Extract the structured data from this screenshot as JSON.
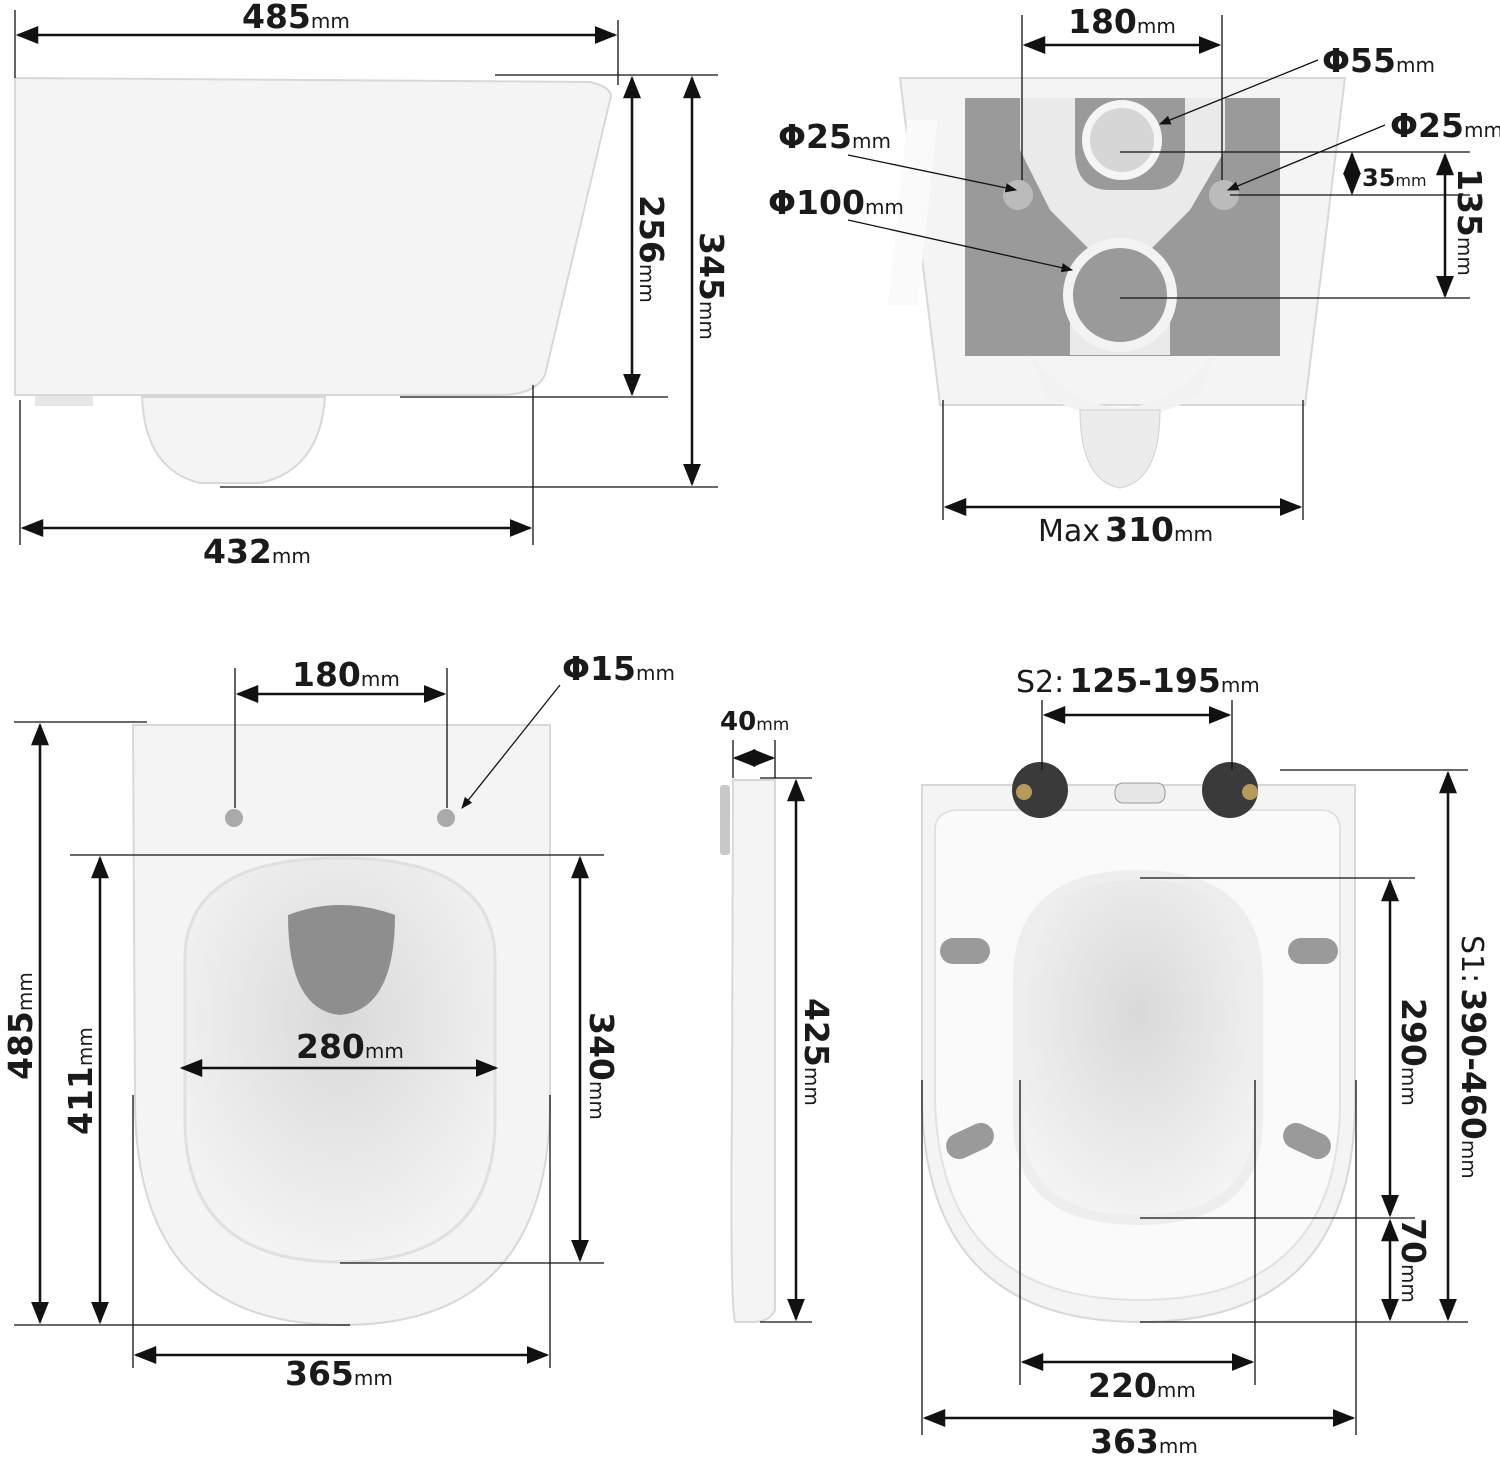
{
  "side_view": {
    "length_top": {
      "value": "485",
      "unit": "mm"
    },
    "height_body": {
      "value": "256",
      "unit": "mm"
    },
    "height_total": {
      "value": "345",
      "unit": "mm"
    },
    "length_bottom": {
      "value": "432",
      "unit": "mm"
    }
  },
  "rear_view": {
    "bolt_spacing": {
      "value": "180",
      "unit": "mm"
    },
    "inlet_diameter": {
      "value": "Φ55",
      "unit": "mm"
    },
    "bolt_hole_left": {
      "value": "Φ25",
      "unit": "mm"
    },
    "bolt_hole_right": {
      "value": "Φ25",
      "unit": "mm"
    },
    "inlet_offset": {
      "value": "35",
      "unit": "mm"
    },
    "outlet_offset": {
      "value": "135",
      "unit": "mm"
    },
    "outlet_diameter": {
      "value": "Φ100",
      "unit": "mm"
    },
    "max_width": {
      "prefix": "Max",
      "value": "310",
      "unit": "mm"
    }
  },
  "top_view": {
    "hole_spacing": {
      "value": "180",
      "unit": "mm"
    },
    "hole_diameter": {
      "value": "Φ15",
      "unit": "mm"
    },
    "total_length": {
      "value": "485",
      "unit": "mm"
    },
    "bowl_length": {
      "value": "411",
      "unit": "mm"
    },
    "bowl_width": {
      "value": "280",
      "unit": "mm"
    },
    "inner_length": {
      "value": "340",
      "unit": "mm"
    },
    "total_width": {
      "value": "365",
      "unit": "mm"
    }
  },
  "seat_side_view": {
    "thickness": {
      "value": "40",
      "unit": "mm"
    },
    "length": {
      "value": "425",
      "unit": "mm"
    }
  },
  "seat_top_view": {
    "hinge_spacing": {
      "prefix": "S2:",
      "value": "125-195",
      "unit": "mm"
    },
    "hinge_to_front": {
      "prefix": "S1:",
      "value": "390-460",
      "unit": "mm"
    },
    "opening_length": {
      "value": "290",
      "unit": "mm"
    },
    "front_rim": {
      "value": "70",
      "unit": "mm"
    },
    "opening_width": {
      "value": "220",
      "unit": "mm"
    },
    "seat_width": {
      "value": "363",
      "unit": "mm"
    }
  }
}
